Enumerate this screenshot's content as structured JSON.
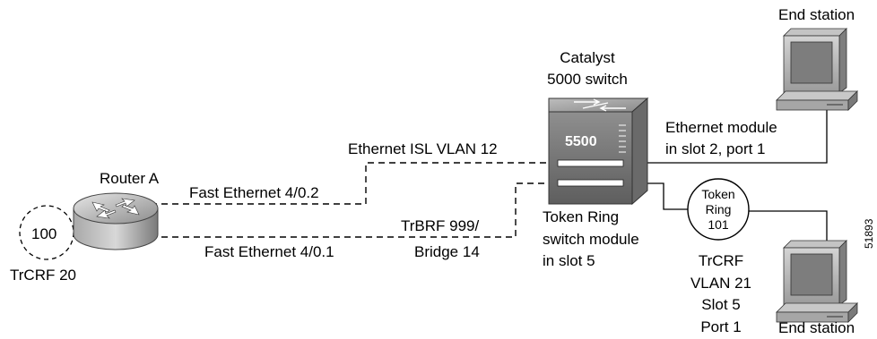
{
  "labels": {
    "catalyst_line1": "Catalyst",
    "catalyst_line2": "5000 switch",
    "switch_badge": "5500",
    "router_name": "Router A",
    "fast_eth_02": "Fast Ethernet 4/0.2",
    "fast_eth_01": "Fast Ethernet 4/0.1",
    "ethernet_isl": "Ethernet ISL VLAN 12",
    "trbrf_line1": "TrBRF 999/",
    "trbrf_line2": "Bridge 14",
    "ring_100": "100",
    "trcrf_20": "TrCRF 20",
    "tr_module_line1": "Token Ring",
    "tr_module_line2": "switch module",
    "tr_module_line3": "in slot 5",
    "eth_module_line1": "Ethernet module",
    "eth_module_line2": "in slot 2, port 1",
    "token_ring_line1": "Token",
    "token_ring_line2": "Ring",
    "token_ring_line3": "101",
    "trcrf_vlan_line1": "TrCRF",
    "trcrf_vlan_line2": "VLAN 21",
    "trcrf_vlan_line3": "Slot 5",
    "trcrf_vlan_line4": "Port 1",
    "end_station_top": "End station",
    "end_station_bottom": "End station",
    "figure_number": "51893"
  },
  "icons": [
    "router-icon",
    "catalyst-switch-icon",
    "workstation-icon"
  ]
}
